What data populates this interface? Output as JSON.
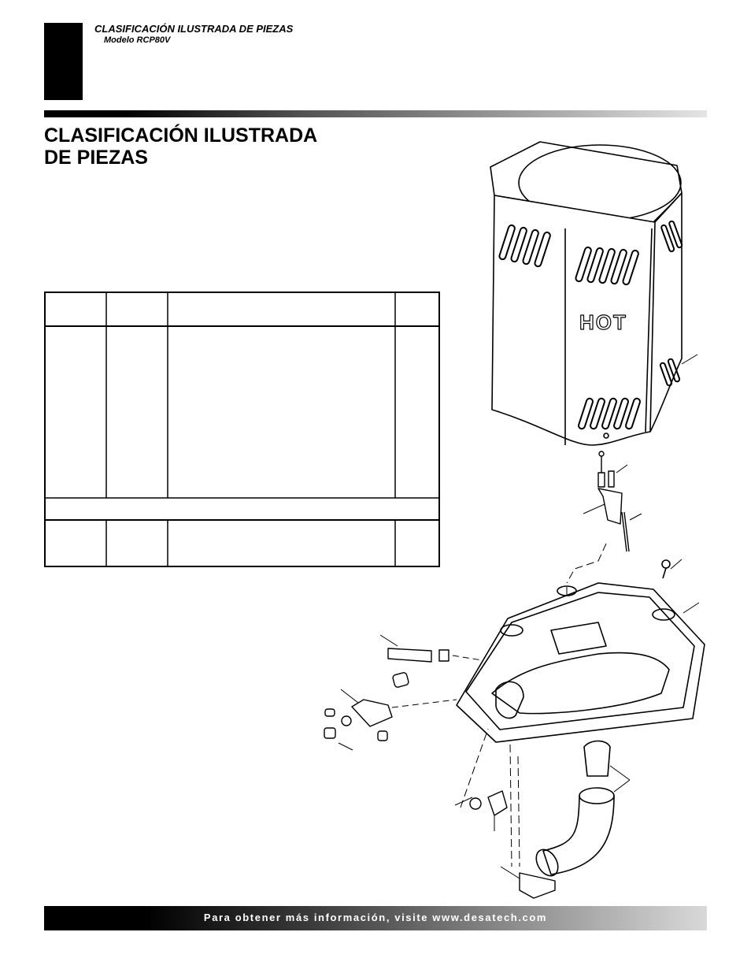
{
  "header": {
    "section_title": "CLASIFICACIÓN ILUSTRADA DE PIEZAS",
    "model": "Modelo RCP80V"
  },
  "main": {
    "title_line1": "CLASIFICACIÓN ILUSTRADA",
    "title_line2": "DE PIEZAS"
  },
  "illustration": {
    "cabinet_label": "HOT"
  },
  "footer": {
    "text": "Para obtener más información, visite www.desatech.com"
  }
}
